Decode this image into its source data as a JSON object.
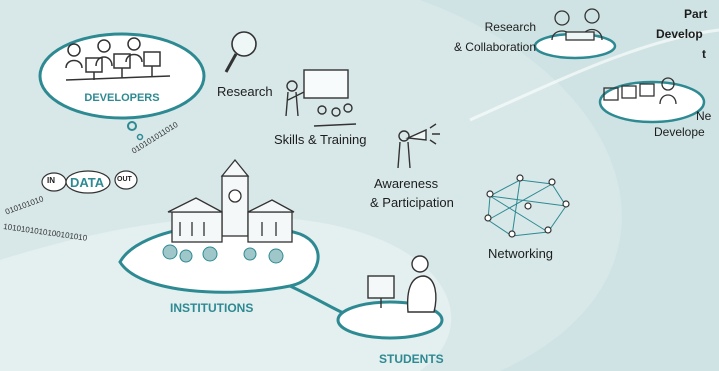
{
  "labels": {
    "developers": "DEVELOPERS",
    "research": "Research",
    "skills_training": "Skills & Training",
    "research_collab_line1": "Research",
    "research_collab_line2": "& Collaboration",
    "awareness_line1": "Awareness",
    "awareness_line2": "& Participation",
    "networking": "Networking",
    "institutions": "INSTITUTIONS",
    "students": "STUDENTS",
    "partner_line1": "Part",
    "partner_line2": "Develop",
    "partner_line3": "t",
    "new_dev_line1": "Ne",
    "new_dev_line2": "Develope"
  },
  "data_stream": {
    "in_tag": "IN",
    "data_word": "DATA",
    "out_tag": "OUT",
    "binary_top": "010101011010",
    "binary_left": "010101010",
    "binary_bottom": "1010101010100101010"
  },
  "colors": {
    "teal": "#2e8a92",
    "island_fill": "#ffffff",
    "background": "#e4efef",
    "swoosh": "#cfe2e3"
  }
}
